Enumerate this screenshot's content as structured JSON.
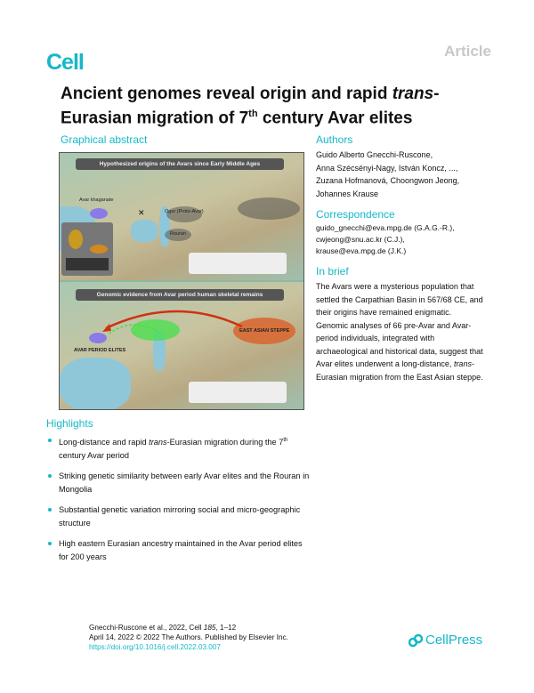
{
  "header": {
    "logo": "Cell",
    "article_type": "Article"
  },
  "title": {
    "part1": "Ancient genomes reveal origin and rapid ",
    "italic": "trans",
    "part2": "-Eurasian migration of 7",
    "sup": "th",
    "part3": " century Avar elites"
  },
  "graphical_abstract": {
    "label": "Graphical abstract",
    "panel1": {
      "banner": "Hypothesized origins of the Avars since Early Middle Ages",
      "labels": [
        "Avar khaganate",
        "Ogur (Proto-Avar)",
        "Rouran"
      ]
    },
    "panel2": {
      "banner": "Genomic evidence from Avar period human skeletal remains",
      "steppe_label": "EAST ASIAN STEPPE",
      "elites_label": "AVAR PERIOD ELITES"
    },
    "colors": {
      "steppe": "#d9652f",
      "elites": "#8a7be8",
      "green": "#44e04a",
      "arrow": "#cc3311"
    }
  },
  "authors": {
    "label": "Authors",
    "lines": [
      "Guido Alberto Gnecchi-Ruscone,",
      "Anna Szécsényi-Nagy, István Koncz, ...,",
      "Zuzana Hofmanová, Choongwon Jeong,",
      "Johannes Krause"
    ]
  },
  "correspondence": {
    "label": "Correspondence",
    "lines": [
      "guido_gnecchi@eva.mpg.de (G.A.G.-R.),",
      "cwjeong@snu.ac.kr (C.J.),",
      "krause@eva.mpg.de (J.K.)"
    ]
  },
  "in_brief": {
    "label": "In brief",
    "text1": "The Avars were a mysterious population that settled the Carpathian Basin in 567/68 CE, and their origins have remained enigmatic. Genomic analyses of 66 pre-Avar and Avar-period individuals, integrated with archaeological and historical data, suggest that Avar elites underwent a long-distance, ",
    "italic": "trans",
    "text2": "-Eurasian migration from the East Asian steppe."
  },
  "highlights": {
    "label": "Highlights",
    "items": [
      {
        "a": "Long-distance and rapid ",
        "i": "trans",
        "b": "-Eurasian migration during the 7",
        "sup": "th",
        "c": " century Avar period"
      },
      {
        "a": "Striking genetic similarity between early Avar elites and the Rouran in Mongolia"
      },
      {
        "a": "Substantial genetic variation mirroring social and micro-geographic structure"
      },
      {
        "a": "High eastern Eurasian ancestry maintained in the Avar period elites for 200 years"
      }
    ]
  },
  "citation": {
    "line1a": "Gnecchi-Ruscone et al., 2022, Cell ",
    "volume": "185",
    "line1b": ", 1–12",
    "line2": "April 14, 2022 © 2022 The Authors. Published by Elsevier Inc.",
    "doi": "https://doi.org/10.1016/j.cell.2022.03.007"
  },
  "publisher": {
    "name": "CellPress"
  },
  "colors": {
    "accent": "#17b8c8"
  }
}
